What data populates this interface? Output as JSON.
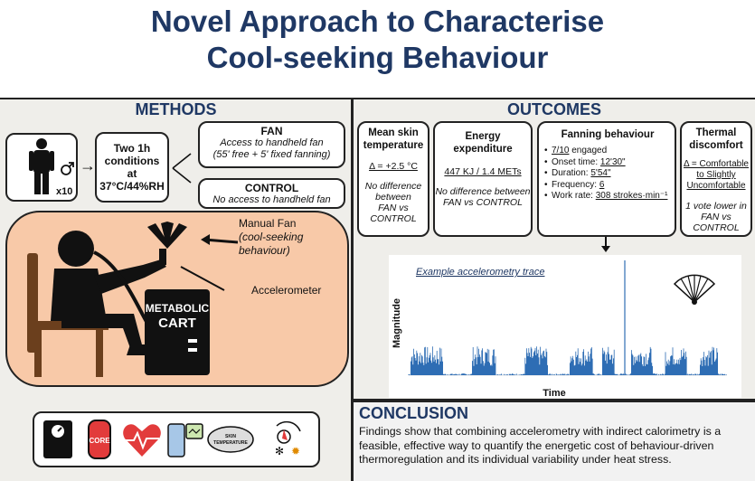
{
  "title": {
    "line1": "Novel Approach to Characterise",
    "line2": "Cool-seeking Behaviour"
  },
  "methods": {
    "heading": "METHODS",
    "participants": "x10",
    "conditions": {
      "line1": "Two 1h",
      "line2": "conditions",
      "line3": "at",
      "line4": "37°C/44%RH"
    },
    "fan": {
      "heading": "FAN",
      "line1": "Access to handheld fan",
      "line2": "(55' free + 5' fixed fanning)"
    },
    "control": {
      "heading": "CONTROL",
      "line1": "No access to handheld fan"
    },
    "scene": {
      "manual_fan_label": "Manual Fan",
      "manual_fan_sub1": "(cool-seeking",
      "manual_fan_sub2": "behaviour)",
      "accelerometer_label": "Accelerometer",
      "cart_line1": "METABOLIC",
      "cart_line2": "CART"
    },
    "icons": {
      "core_label": "CORE",
      "skin_label1": "SKIN",
      "skin_label2": "TEMPERATURE"
    }
  },
  "outcomes": {
    "heading": "OUTCOMES",
    "skin": {
      "title1": "Mean skin",
      "title2": "temperature",
      "value": "Δ = +2.5 °C",
      "note1": "No difference",
      "note2": "between",
      "note3": "FAN vs",
      "note4": "CONTROL"
    },
    "energy": {
      "title1": "Energy",
      "title2": "expenditure",
      "value": "447 KJ / 1.4 METs",
      "note1": "No difference between",
      "note2": "FAN vs CONTROL"
    },
    "fanning": {
      "title": "Fanning behaviour",
      "engaged_value": "7/10",
      "engaged_text": " engaged",
      "onset_label": "Onset time: ",
      "onset_value": "12'30\"",
      "duration_label": "Duration: ",
      "duration_value": "5'54\"",
      "frequency_label": "Frequency: ",
      "frequency_value": "6",
      "workrate_label": "Work rate: ",
      "workrate_value": "308 strokes·min⁻¹"
    },
    "thermal": {
      "title1": "Thermal",
      "title2": "discomfort",
      "value1": "Δ = Comfortable",
      "value2": "to Slightly",
      "value3": "Uncomfortable",
      "note1": "1 vote lower in",
      "note2": "FAN vs",
      "note3": "CONTROL"
    },
    "trace": {
      "caption": "Example accelerometry trace",
      "ylabel": "Magnitude",
      "xlabel": "Time"
    }
  },
  "conclusion": {
    "heading": "CONCLUSION",
    "text": "Findings show that combining accelerometry with indirect calorimetry is a feasible, effective way to quantify the energetic cost of behaviour-driven thermoregulation and its individual variability under heat stress."
  },
  "colors": {
    "title": "#1f3864",
    "panel": "#efeeea",
    "scene": "#f8c9a8",
    "trace": "#2e6db4",
    "heart": "#e23b3b"
  }
}
